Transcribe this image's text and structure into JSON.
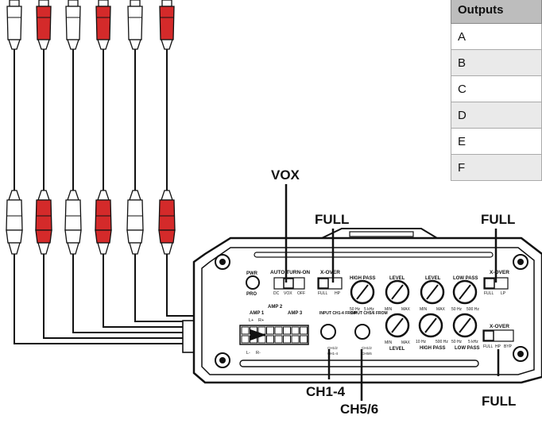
{
  "outputs_table": {
    "header": "Outputs",
    "rows": [
      "A",
      "B",
      "C",
      "D",
      "E",
      "F"
    ]
  },
  "callouts": {
    "vox": "VOX",
    "full_xover_amp1": "FULL",
    "full_xover_amp2": "FULL",
    "full_xover_amp3": "FULL",
    "ch1_4": "CH1-4",
    "ch5_6": "CH5/6"
  },
  "amp_panel": {
    "pwr": "PWR",
    "pro": "PRO",
    "auto_turn_on": "AUTO TURN-ON",
    "auto_opts": [
      "DC",
      "VOX",
      "OFF"
    ],
    "xover": "X-OVER",
    "full": "FULL",
    "hp": "HP",
    "lp": "LP",
    "bypass": "BYP",
    "amp1": "AMP 1",
    "amp2": "AMP 2",
    "amp3": "AMP 3",
    "high_pass": "HIGH PASS",
    "low_pass": "LOW PASS",
    "level": "LEVEL",
    "min": "MIN",
    "max": "MAX",
    "hp_range": [
      "50 Hz",
      "5 kHz"
    ],
    "lp_range": [
      "50 Hz",
      "500 Hz"
    ],
    "hp3_range_a": [
      "10 Hz",
      "500 Hz"
    ],
    "hp3_range_b": [
      "50 Hz",
      "5 kHz"
    ],
    "input_ch14": "INPUT CH1-4 FROM",
    "input_ch56": "INPUT CH5/6 FROM",
    "ch12": "CH1/2",
    "ch14": "CH1-4",
    "ch56": "CH5/6",
    "lr_plus": [
      "L+",
      "R+"
    ],
    "lr_minus": [
      "L-",
      "R-"
    ]
  },
  "colors": {
    "rca_red": "#d42a2a",
    "rca_white": "#ffffff",
    "line": "#111111",
    "table_header": "#bdbdbd",
    "table_alt": "#eaeaea"
  }
}
